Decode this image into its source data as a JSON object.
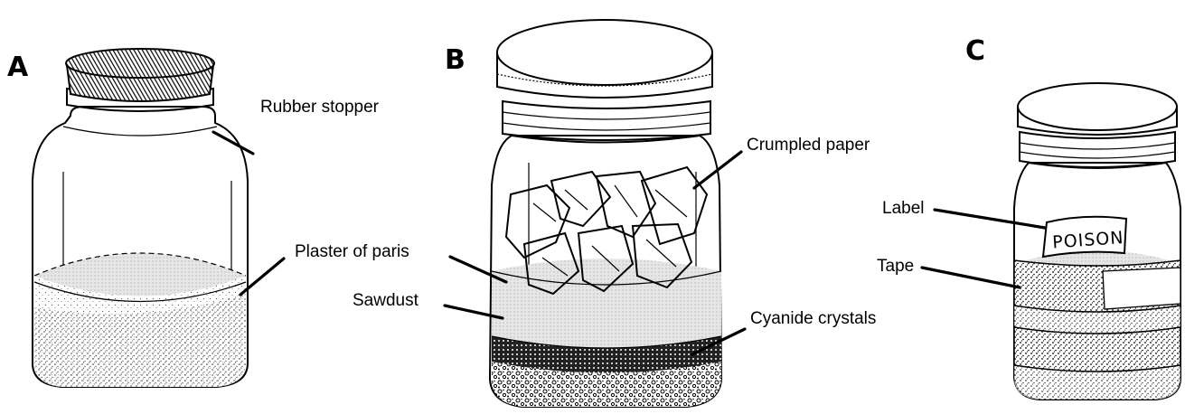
{
  "panels": {
    "a": {
      "letter": "A",
      "labels": {
        "stopper": "Rubber stopper",
        "plaster": "Plaster of paris"
      }
    },
    "b": {
      "letter": "B",
      "labels": {
        "paper": "Crumpled paper",
        "sawdust": "Sawdust",
        "cyanide": "Cyanide crystals"
      }
    },
    "c": {
      "letter": "C",
      "labels": {
        "label": "Label",
        "tape": "Tape",
        "poison": "POISON"
      }
    }
  }
}
